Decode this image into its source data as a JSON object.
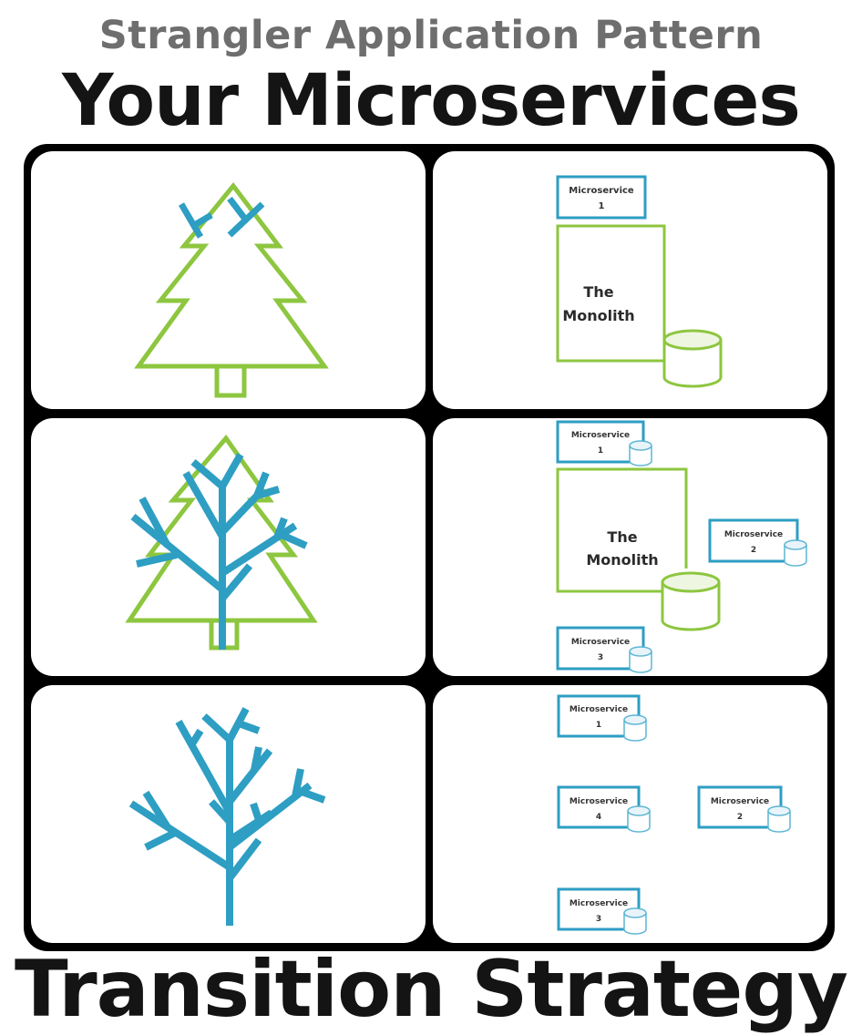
{
  "header": {
    "subtitle": "Strangler Application Pattern",
    "title": "Your Microservices"
  },
  "footer": {
    "title": "Transition Strategy"
  },
  "colors": {
    "green": "#8dc63f",
    "blue": "#2e9ec3",
    "frame": "#000000"
  },
  "icons": [
    "pine-tree-icon",
    "branching-tree-icon",
    "database-icon"
  ],
  "diagram": {
    "monolith_line1": "The",
    "monolith_line2": "Monolith",
    "microservice_label": "Microservice",
    "ms1": "1",
    "ms2": "2",
    "ms3": "3",
    "ms4": "4"
  }
}
